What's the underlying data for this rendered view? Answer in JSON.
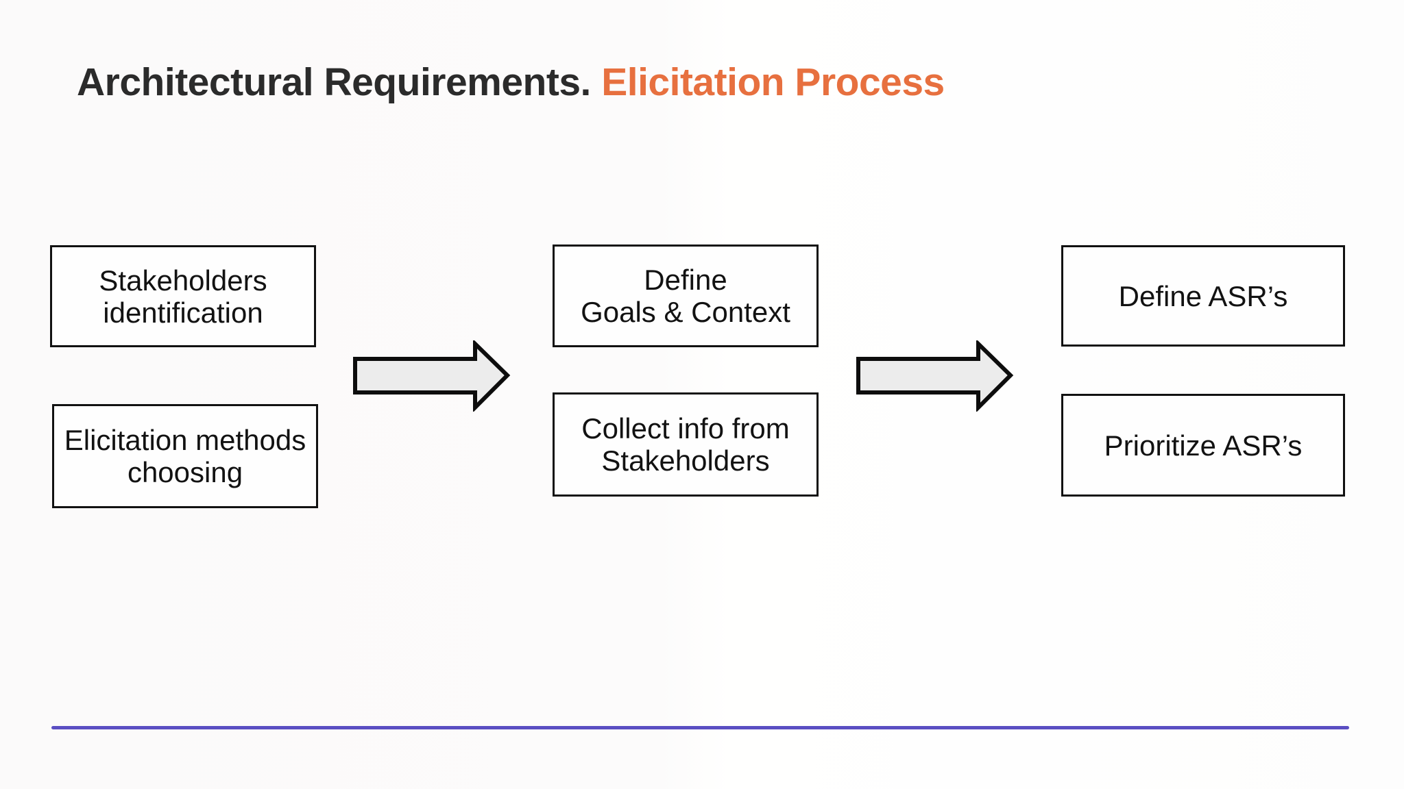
{
  "slide": {
    "title": {
      "primary": "Architectural Requirements.",
      "accent": " Elicitation Process"
    },
    "colors": {
      "title_primary": "#2b2b2b",
      "title_accent": "#e7703f",
      "text": "#121212",
      "box_border": "#111111",
      "box_fill": "#fefefe",
      "arrow_fill": "#ececec",
      "arrow_stroke": "#0d0d0d",
      "divider": "#5a4ec2",
      "background": "#fdfdfd"
    },
    "columns": [
      {
        "name": "preparation",
        "boxes": [
          {
            "lines": [
              "Stakeholders",
              "identification"
            ]
          },
          {
            "lines": [
              "Elicitation methods",
              "choosing"
            ]
          }
        ]
      },
      {
        "name": "collection",
        "boxes": [
          {
            "lines": [
              "Define",
              "Goals & Context"
            ]
          },
          {
            "lines": [
              "Collect info from",
              "Stakeholders"
            ]
          }
        ]
      },
      {
        "name": "definition",
        "boxes": [
          {
            "lines": [
              "Define ASR’s"
            ]
          },
          {
            "lines": [
              "Prioritize ASR’s"
            ]
          }
        ]
      }
    ],
    "arrows": [
      {
        "name": "arrow-stage-1-to-2",
        "direction": "right"
      },
      {
        "name": "arrow-stage-2-to-3",
        "direction": "right"
      }
    ]
  }
}
